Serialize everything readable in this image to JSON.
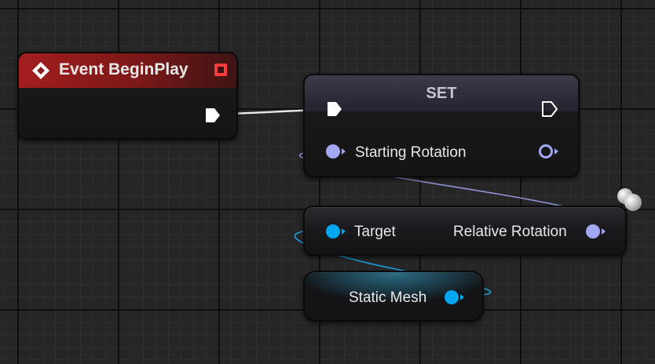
{
  "event_node": {
    "title": "Event BeginPlay"
  },
  "set_node": {
    "title": "SET",
    "variable_pin": "Starting Rotation"
  },
  "getter_node": {
    "target_pin": "Target",
    "output_pin": "Relative Rotation"
  },
  "mesh_node": {
    "label": "Static Mesh"
  },
  "colors": {
    "event_header": "#8e1d1d",
    "exec_pin": "#ffffff",
    "rotator_pin": "#a3a8f2",
    "object_pin": "#00a6ef",
    "delegate_pin": "#ff3b3b"
  },
  "icons": [
    "event-diamond-icon",
    "delegate-square-icon",
    "exec-pin-icon",
    "data-pin-icon",
    "pure-function-orb-icon"
  ]
}
